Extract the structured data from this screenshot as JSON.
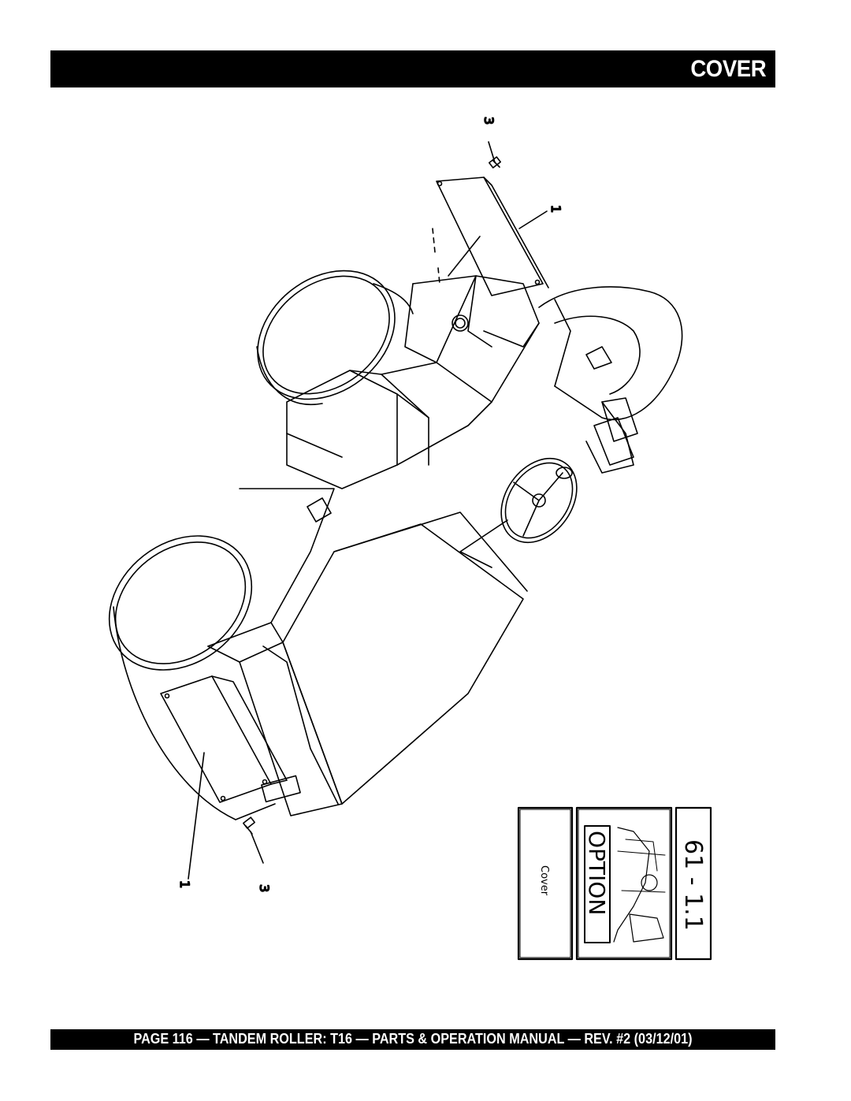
{
  "header": {
    "title": "COVER"
  },
  "callouts": {
    "top_screw": "3",
    "top_cover": "1",
    "bottom_screw": "3",
    "bottom_cover": "1"
  },
  "option_box": {
    "number": "61 - 1.1",
    "badge": "OPTION",
    "caption": "Cover"
  },
  "footer": {
    "text": "PAGE 116 — TANDEM ROLLER: T16 — PARTS & OPERATION MANUAL — REV. #2 (03/12/01)"
  }
}
